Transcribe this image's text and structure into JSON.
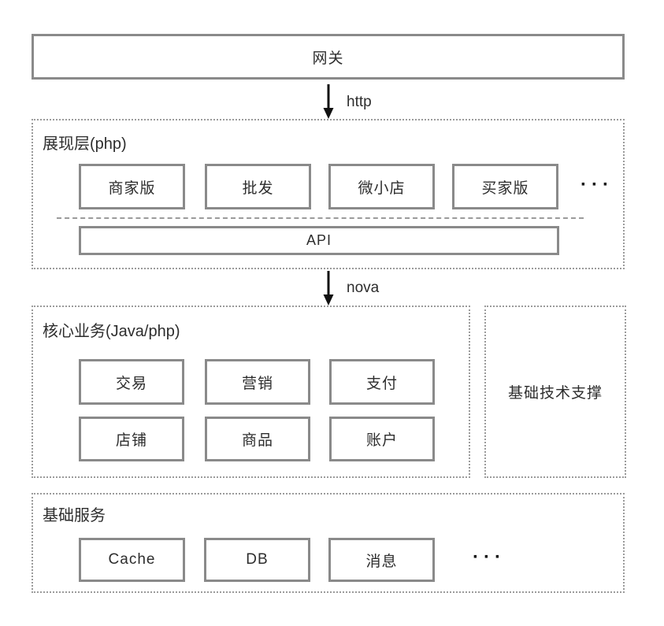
{
  "diagram": {
    "gateway": {
      "label": "网关"
    },
    "arrow_http": {
      "label": "http"
    },
    "presentation": {
      "title": "展现层(php)",
      "modules": [
        "商家版",
        "批发",
        "微小店",
        "买家版"
      ],
      "more": "···",
      "api_label": "API"
    },
    "arrow_nova": {
      "label": "nova"
    },
    "core": {
      "title": "核心业务(Java/php)",
      "modules": [
        "交易",
        "营销",
        "支付",
        "店铺",
        "商品",
        "账户"
      ]
    },
    "support": {
      "label": "基础技术支撑"
    },
    "base": {
      "title": "基础服务",
      "modules": [
        "Cache",
        "DB",
        "消息"
      ],
      "more": "···"
    },
    "colors": {
      "box_border": "#8a8a8a",
      "dashed_border": "#9b9b9b",
      "text": "#2d2d2d",
      "arrow": "#111111"
    }
  }
}
